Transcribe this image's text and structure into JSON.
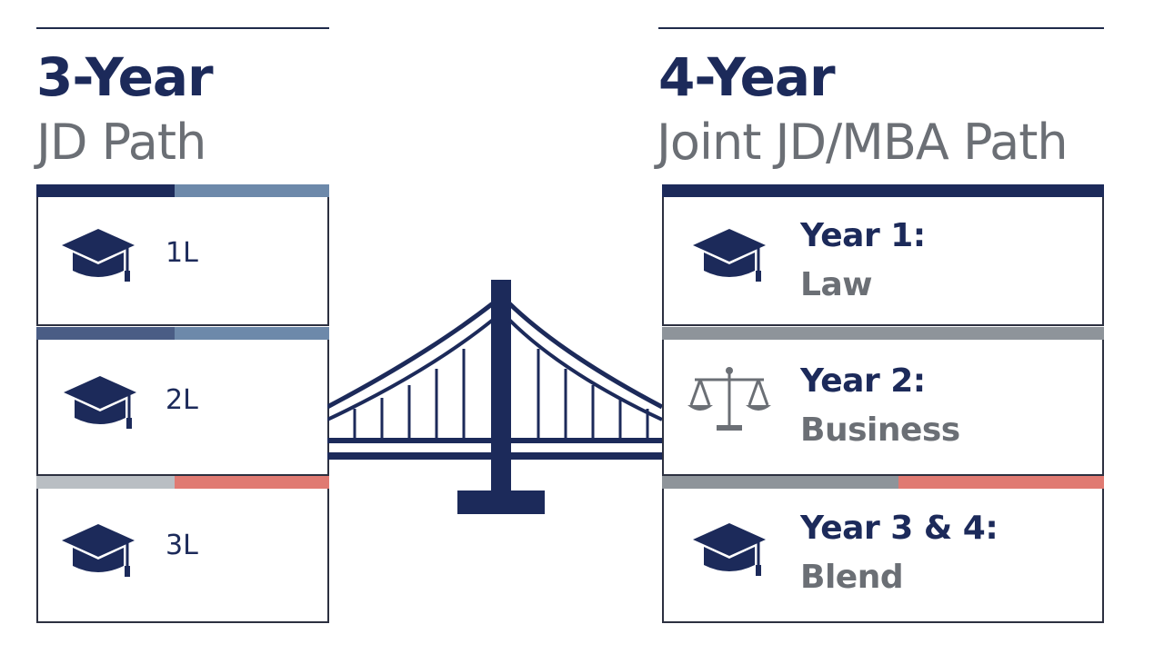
{
  "colors": {
    "navy": "#1c2a5a",
    "gray_text": "#6b6f75",
    "steel_blue": "#6d89aa",
    "light_gray": "#8e949a",
    "salmon": "#e07a72",
    "pale_gray": "#b9bec3"
  },
  "left": {
    "title": "3-Year",
    "subtitle": "JD Path",
    "items": [
      {
        "label": "1L",
        "icon": "graduation-cap-icon"
      },
      {
        "label": "2L",
        "icon": "graduation-cap-icon"
      },
      {
        "label": "3L",
        "icon": "graduation-cap-icon"
      }
    ]
  },
  "right": {
    "title": "4-Year",
    "subtitle": "Joint JD/MBA Path",
    "items": [
      {
        "year": "Year 1:",
        "phase": "Law",
        "icon": "graduation-cap-icon"
      },
      {
        "year": "Year 2:",
        "phase": "Business",
        "icon": "scales-of-justice-icon"
      },
      {
        "year": "Year 3 & 4:",
        "phase": "Blend",
        "icon": "graduation-cap-icon"
      }
    ]
  },
  "connector": {
    "icon": "bridge-icon"
  }
}
